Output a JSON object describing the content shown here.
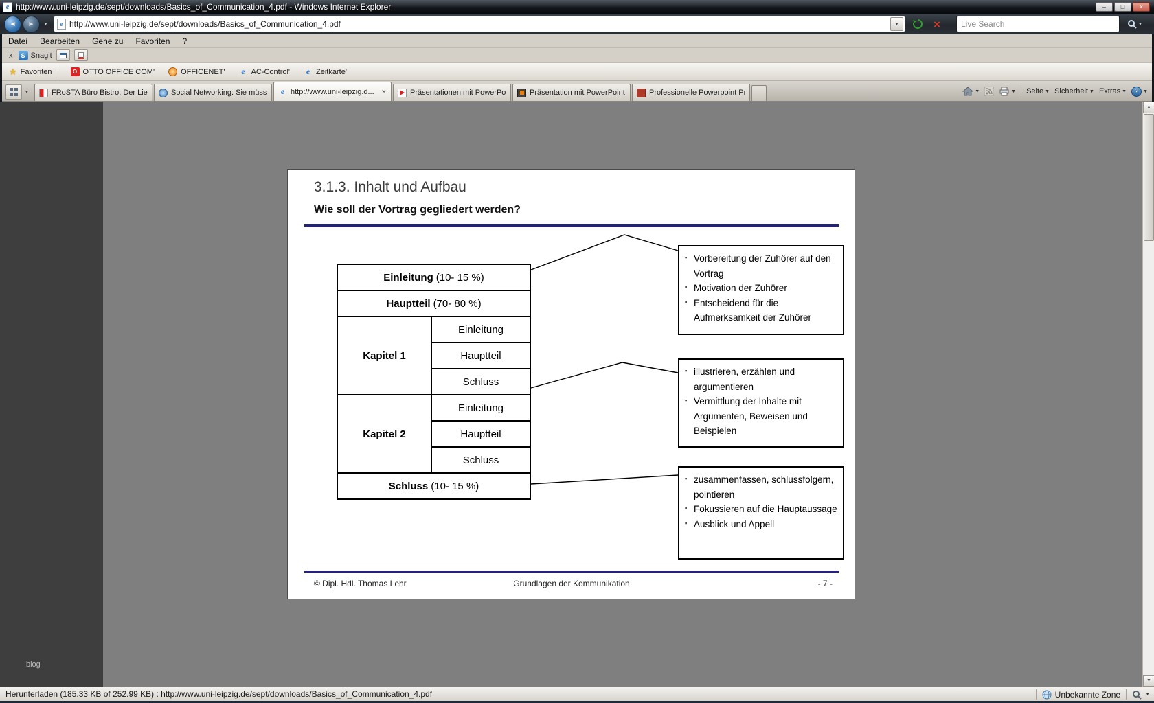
{
  "window": {
    "title": "http://www.uni-leipzig.de/sept/downloads/Basics_of_Communication_4.pdf - Windows Internet Explorer"
  },
  "address_bar": {
    "url": "http://www.uni-leipzig.de/sept/downloads/Basics_of_Communication_4.pdf",
    "search_placeholder": "Live Search"
  },
  "menu_bar": {
    "items": [
      "Datei",
      "Bearbeiten",
      "Gehe zu",
      "Favoriten",
      "?"
    ]
  },
  "snagit_bar": {
    "label": "Snagit"
  },
  "favorites_bar": {
    "favorites_label": "Favoriten",
    "links": [
      "OTTO OFFICE COM'",
      "OFFICENET'",
      "AC-Control'",
      "Zeitkarte'"
    ]
  },
  "tab_bar": {
    "tabs": [
      "FRoSTA Büro Bistro: Der Lief...",
      "Social Networking: Sie müsse...",
      "http://www.uni-leipzig.d...",
      "Präsentationen mit PowerPoi...",
      "Präsentation mit PowerPoint",
      "Professionelle Powerpoint Pr..."
    ],
    "active_tab_index": 2,
    "buttons": [
      "Seite",
      "Sicherheit",
      "Extras"
    ]
  },
  "content": {
    "side_label": "blog"
  },
  "slide": {
    "title": "3.1.3. Inhalt und Aufbau",
    "subtitle": "Wie soll der Vortrag gegliedert werden?",
    "structure": {
      "einleitung_label": "Einleitung",
      "einleitung_pct": "(10- 15 %)",
      "hauptteil_label": "Hauptteil",
      "hauptteil_pct": "(70- 80 %)",
      "kapitel1_label": "Kapitel 1",
      "kapitel2_label": "Kapitel 2",
      "sub_rows": [
        "Einleitung",
        "Hauptteil",
        "Schluss"
      ],
      "schluss_label": "Schluss",
      "schluss_pct": "(10- 15 %)"
    },
    "annotations": [
      {
        "bullets": [
          "Vorbereitung der Zuhörer auf den Vortrag",
          "Motivation der Zuhörer",
          "Entscheidend für die Aufmerksamkeit der Zuhörer"
        ]
      },
      {
        "bullets": [
          "illustrieren, erzählen und argumentieren",
          "Vermittlung der Inhalte mit Argumenten, Beweisen und Beispielen"
        ]
      },
      {
        "bullets": [
          "zusammenfassen, schlussfolgern, pointieren",
          "Fokussieren auf die Hauptaussage",
          "Ausblick und Appell"
        ]
      }
    ],
    "footer": {
      "author": "© Dipl. Hdl. Thomas Lehr",
      "center": "Grundlagen der Kommunikation",
      "page_number": "- 7 -"
    }
  },
  "status_bar": {
    "download_text": "Herunterladen (185.33 KB of 252.99 KB) : http://www.uni-leipzig.de/sept/downloads/Basics_of_Communication_4.pdf",
    "zone_label": "Unbekannte Zone"
  },
  "icons": {
    "ie_e": "e",
    "minimize": "–",
    "maximize": "□",
    "close": "×",
    "back_arrow": "◄",
    "forward_arrow": "►",
    "dropdown": "▼",
    "stop": "×",
    "star": "★",
    "bullet": "▪",
    "scroll_up": "▲",
    "scroll_down": "▼",
    "help": "?",
    "tab_close": "×",
    "snagit_close": "x",
    "snagit_s": "S"
  },
  "colors": {
    "accent_navy": "#23237d",
    "viewer_bg": "#7f7f7f",
    "side_bg": "#3e3e3e",
    "page_bg": "#ffffff"
  }
}
